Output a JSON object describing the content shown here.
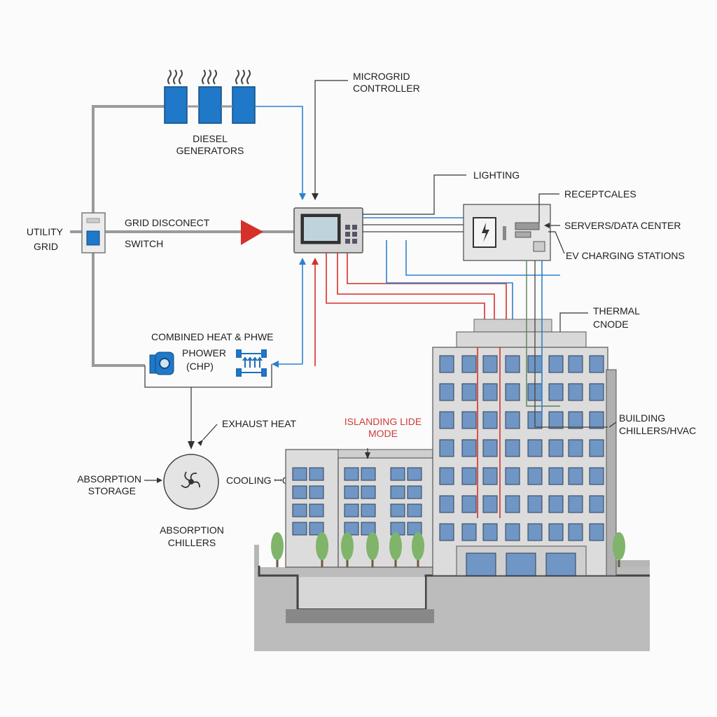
{
  "labels": {
    "diesel_generators": [
      "DIESEL",
      "GENERATORS"
    ],
    "microgrid_controller": [
      "MICROGRID",
      "CONTROLLER"
    ],
    "utility_grid": [
      "UTILITY",
      "GRID"
    ],
    "grid_disconnect": "GRID DISCONECT",
    "switch": "SWITCH",
    "lighting": "LIGHTING",
    "receptacles": "RECEPTCALES",
    "servers": "SERVERS/DATA CENTER",
    "ev_charging": "EV CHARGING STATIONS",
    "thermal_node": [
      "THERMAL",
      "CNODE"
    ],
    "chp_title": "COMBINED HEAT & PHWE",
    "chp_sub": [
      "PHOWER",
      "(CHP)"
    ],
    "exhaust_heat": "EXHAUST HEAT",
    "islanding_mode": [
      "ISLANDING LIDE",
      "MODE"
    ],
    "building_chillers": [
      "BUILDING",
      "CHILLERS/HVAC"
    ],
    "absorption_storage": [
      "ABSORPTION",
      "STORAGE"
    ],
    "cooling_loop": "COOLING ꟷOP",
    "absorption_chillers": [
      "ABSORPTION",
      "CHILLERS"
    ]
  },
  "colors": {
    "grid_line": "#9a9a9a",
    "control_line": "#2f7fd0",
    "power_line": "#d6302a",
    "generator": "#1f78c8",
    "islanding_text": "#d23a3a",
    "tree": "#7fb46a",
    "window": "#6f96c4"
  },
  "icons": [
    "exhaust-icon",
    "lightning-bolt-icon",
    "fan-icon",
    "arrow-icon"
  ]
}
